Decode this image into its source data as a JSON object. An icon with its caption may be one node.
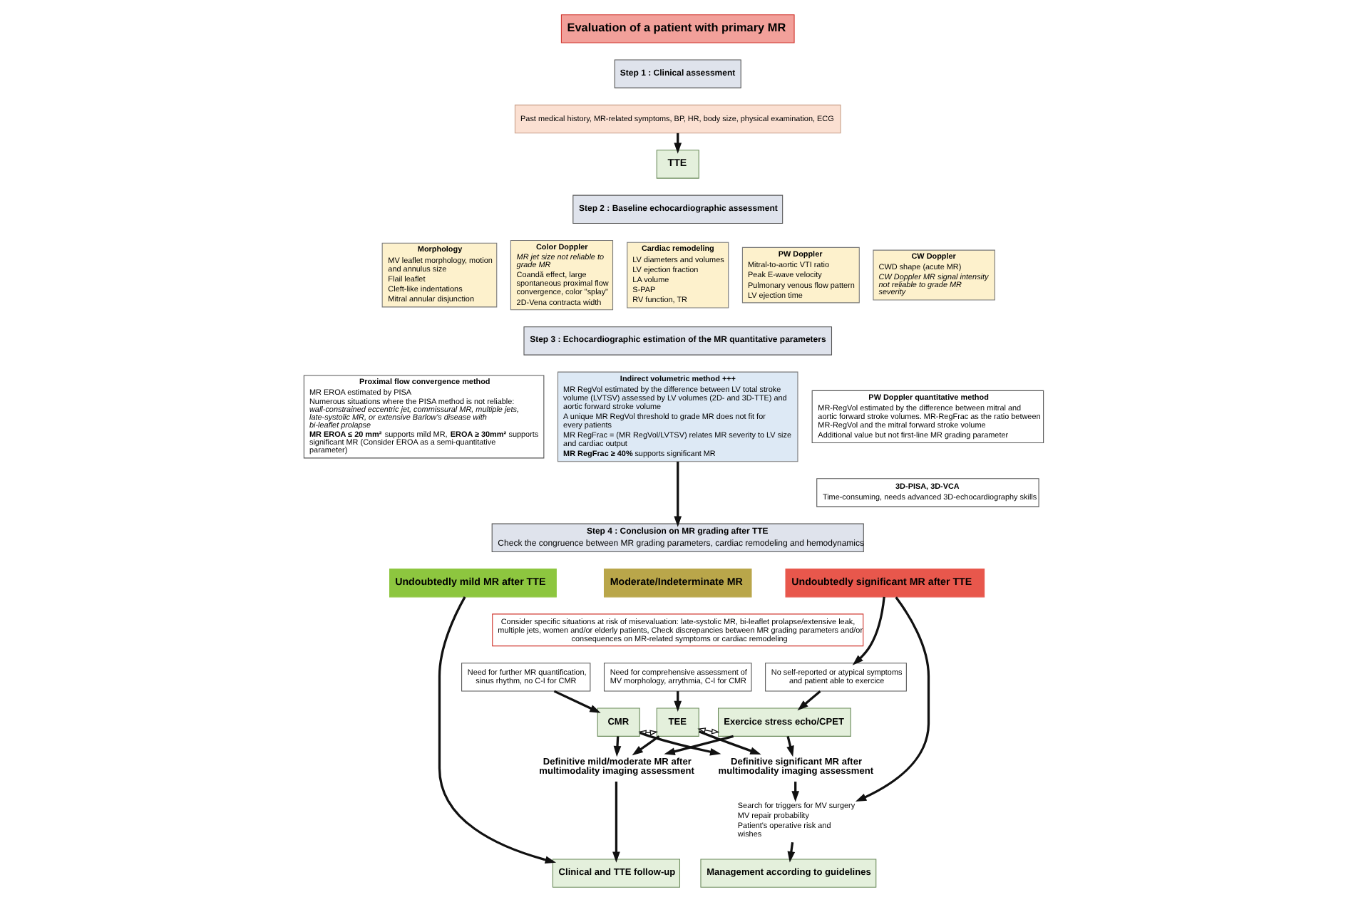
{
  "diagram": {
    "nodes": [
      {
        "text": [
          "Evaluation of a patient with primary MR"
        ]
      },
      {
        "text": [
          "Step 1 : Clinical assessment"
        ]
      },
      {
        "text": [
          "Past medical history, MR-related symptoms, BP, HR, body size, physical examination, ECG"
        ]
      },
      {
        "text": [
          "TTE"
        ]
      },
      {
        "text": [
          "Step 2 : Baseline echocardiographic assessment"
        ]
      },
      {
        "text": [
          "Morphology",
          "MV leaflet morphology, motion and annulus size",
          "Flail leaflet",
          "Cleft-like indentations",
          "Mitral annular disjunction"
        ]
      },
      {
        "text": [
          "Color Doppler",
          "MR jet size not reliable to grade MR",
          "Coandă effect, large spontaneous proximal flow convergence, color \"splay\"",
          "2D-Vena contracta width"
        ]
      },
      {
        "text": [
          "Cardiac remodeling",
          "LV diameters and volumes",
          "LV ejection fraction",
          "LA volume",
          "S-PAP",
          "RV function, TR"
        ]
      },
      {
        "text": [
          "PW Doppler",
          "Mitral-to-aortic VTI ratio",
          "Peak E-wave velocity",
          "Pulmonary venous flow pattern",
          "LV ejection time"
        ]
      },
      {
        "text": [
          "CW Doppler",
          "CWD shape (acute MR)",
          "CW Doppler MR signal intensity not reliable to grade MR severity"
        ]
      },
      {
        "text": [
          "Step 3 : Echocardiographic estimation of the MR quantitative parameters"
        ]
      },
      {
        "text": [
          "Proximal flow convergence method",
          "MR EROA estimated by PISA",
          "Numerous situations where the PISA method is not reliable: *wall-constrained eccentric jet, commissural MR, multiple jets, late-systolic MR, or extensive Barlow's disease with bi-leaflet prolapse*",
          "**MR EROA ≤ 20 mm²** supports mild MR, **EROA ≥ 30mm²** supports significant MR (Consider EROA as a semi-quantitative parameter)"
        ]
      },
      {
        "text": [
          "Indirect volumetric method +++",
          "MR RegVol estimated by the difference between LV total stroke volume (LVTSV) assessed by LV volumes (2D- and 3D-TTE) and aortic forward stroke volume",
          "A unique MR RegVol threshold to grade MR does not fit for every patients",
          "MR RegFrac = (MR RegVol/LVTSV) relates MR severity to LV size and cardiac output",
          "**MR RegFrac ≥ 40%** supports significant MR"
        ]
      },
      {
        "text": [
          "PW Doppler quantitative method",
          "MR-RegVol estimated by the difference between mitral and aortic forward stroke volumes. MR-RegFrac as the ratio between MR-RegVol and the mitral forward stroke volume",
          "Additional value but not first-line MR grading parameter"
        ]
      },
      {
        "text": [
          "3D-PISA, 3D-VCA",
          "Time-consuming, needs advanced 3D-echocardiography skills"
        ]
      },
      {
        "text": [
          "Step 4 : Conclusion on MR grading after TTE",
          "Check the congruence between MR grading parameters, cardiac remodeling and hemodynamics"
        ]
      },
      {
        "text": [
          "Undoubtedly mild MR after TTE"
        ]
      },
      {
        "text": [
          "Moderate/Indeterminate MR"
        ]
      },
      {
        "text": [
          "Undoubtedly significant MR after TTE"
        ]
      },
      {
        "text": [
          "Consider specific situations at risk of misevaluation: late-systolic MR, bi-leaflet prolapse/extensive leak, multiple jets, women and/or elderly patients, Check discrepancies between MR grading parameters and/or consequences on MR-related symptoms or cardiac remodeling"
        ]
      },
      {
        "text": [
          "Need for further MR quantification, sinus rhythm, no C-I for CMR"
        ]
      },
      {
        "text": [
          "Need for comprehensive assessment of MV morphology, arrythmia, C-I for CMR"
        ]
      },
      {
        "text": [
          "No self-reported or atypical symptoms and patient able to exercice"
        ]
      },
      {
        "text": [
          "CMR"
        ]
      },
      {
        "text": [
          "TEE"
        ]
      },
      {
        "text": [
          "Exercice stress echo/CPET"
        ]
      },
      {
        "text": [
          "Definitive mild/moderate MR after multimodality imaging assessment"
        ]
      },
      {
        "text": [
          "Definitive significant MR after multimodality imaging assessment"
        ]
      },
      {
        "text": [
          "Search for triggers for MV surgery",
          "MV repair probability",
          "Patient's operative risk and wishes"
        ]
      },
      {
        "text": [
          "Clinical and TTE follow-up"
        ]
      },
      {
        "text": [
          "Management according to guidelines"
        ]
      }
    ],
    "edges": [
      {
        "from": 2,
        "to": 3,
        "arrow": "to"
      },
      {
        "from": 12,
        "to": 15,
        "arrow": "to"
      },
      {
        "from": 16,
        "to": 29,
        "arrow": "to"
      },
      {
        "from": 18,
        "to": 22,
        "arrow": "to"
      },
      {
        "from": 18,
        "to": 28,
        "arrow": "to"
      },
      {
        "from": 20,
        "to": 23,
        "arrow": "to"
      },
      {
        "from": 21,
        "to": 24,
        "arrow": "to"
      },
      {
        "from": 22,
        "to": 25,
        "arrow": "to"
      },
      {
        "from": 23,
        "to": 24,
        "arrow": "both"
      },
      {
        "from": 24,
        "to": 25,
        "arrow": "both"
      },
      {
        "from": 23,
        "to": 26,
        "arrow": "to"
      },
      {
        "from": 24,
        "to": 26,
        "arrow": "to"
      },
      {
        "from": 25,
        "to": 26,
        "arrow": "to"
      },
      {
        "from": 23,
        "to": 27,
        "arrow": "to"
      },
      {
        "from": 24,
        "to": 27,
        "arrow": "to"
      },
      {
        "from": 25,
        "to": 27,
        "arrow": "to"
      },
      {
        "from": 26,
        "to": 29,
        "arrow": "to"
      },
      {
        "from": 27,
        "to": 28,
        "arrow": "to"
      },
      {
        "from": 28,
        "to": 30,
        "arrow": "to"
      }
    ]
  }
}
